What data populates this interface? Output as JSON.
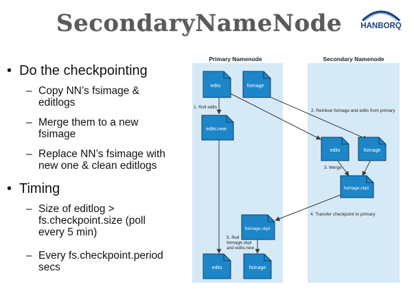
{
  "slide": {
    "title": "SecondaryNameNode",
    "logo_text": "HANBORQ"
  },
  "bullets": [
    {
      "text": "Do the checkpointing",
      "sub": [
        {
          "line1": "Copy NN’s fsimage &",
          "line2": "editlogs"
        },
        {
          "line1": "Merge them to a new",
          "line2": "fsimage"
        },
        {
          "line1": "Replace NN’s fsimage with",
          "line2": "new one & clean editlogs"
        }
      ]
    },
    {
      "text": "Timing",
      "sub": [
        {
          "line1": "Size of editlog >",
          "line2": "fs.checkpoint.size  (poll",
          "line3": "every 5 min)"
        },
        {
          "line1": "Every fs.checkpoint.period",
          "line2": "secs"
        }
      ]
    }
  ],
  "diagram": {
    "primary_label": "Primary Namenode",
    "secondary_label": "Secondary Namenode",
    "files": {
      "edits_top": "edits",
      "fsimage_top": "fsimage",
      "edits_new": "edits.new",
      "sec_edits": "edits",
      "sec_fsimage": "fsimage",
      "sec_fsimage_ckpt": "fsimage.ckpt",
      "pri_fsimage_ckpt": "fsimage.ckpt",
      "edits_bottom": "edits",
      "fsimage_bottom": "fsimage"
    },
    "steps": {
      "step1": "1. Roll edits",
      "step2": "2. Retrieve fsimage and edits from primary",
      "step3": "3. Merge",
      "step4": "4. Transfer checkpoint to primary",
      "step5_l1": "5. Roll",
      "step5_l2": "fsimage.ckpt",
      "step5_l3": "and edits.new"
    }
  },
  "colors": {
    "panel": "#d6e9f6",
    "file_fill": "#1c86c8",
    "file_stroke": "#0b3f63",
    "arrow": "#3a3a3a",
    "title": "#5a5a5a"
  }
}
